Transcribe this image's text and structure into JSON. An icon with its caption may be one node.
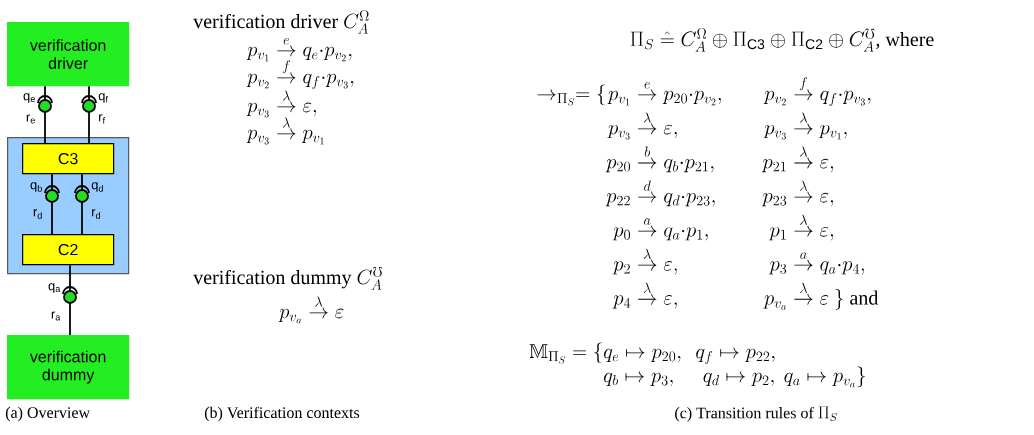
{
  "diagram": {
    "nodes": [
      {
        "text": [
          "verification driver"
        ]
      },
      {
        "text": [],
        "shape": "box"
      },
      {
        "text": [
          "C3"
        ],
        "in": 1
      },
      {
        "text": [
          "C2"
        ],
        "in": 1
      },
      {
        "text": [
          "verification dummy"
        ]
      }
    ],
    "edges": [
      {
        "from": 0,
        "to": 2,
        "arrow": "none"
      },
      {
        "from": 0,
        "to": 2,
        "arrow": "none"
      },
      {
        "from": 2,
        "to": 3,
        "arrow": "none"
      },
      {
        "from": 2,
        "to": 3,
        "arrow": "none"
      },
      {
        "from": 3,
        "to": 4,
        "arrow": "none"
      }
    ],
    "labels": [
      "q$_{e}$",
      "r$_{e}$",
      "q$_{f}$",
      "r$_{f}$",
      "q$_{b}$",
      "r$_{d}$",
      "q$_{d}$",
      "r$_{d}$",
      "q$_{a}$",
      "r$_{a}$",
      "\\text{verification driver } C_A^{\\Omega}",
      "p_{v_1} \\stackrel{e}{\\rightarrow} q_e{\\cdot}p_{v_2},",
      "p_{v_2} \\stackrel{f}{\\rightarrow} q_f{\\cdot}p_{v_3},",
      "p_{v_3} \\stackrel{\\lambda}{\\rightarrow} \\varepsilon,",
      "p_{v_3} \\stackrel{\\lambda}{\\rightarrow} p_{v_1}",
      "\\text{verification dummy } C_A^{\\mho}",
      "p_{v_a} \\stackrel{\\lambda}{\\rightarrow} \\varepsilon",
      "\\Pi_S \\mathrel{\\hat{=}} C_A^{\\Omega} \\oplus \\Pi_{\\mathsf{C3}} \\oplus \\Pi_{\\mathsf{C2}} \\oplus C_A^{\\mho}\\text{, where}",
      "\\to_{\\Pi_S}= \\{\\begin{array}[t]{@{}r@{\\;}l@{\\qquad}r@{\\;}l@{}} p_{v_1} & \\stackrel{e}{\\rightarrow} p_{20}{\\cdot}p_{v_2}, & p_{v_2} & \\stackrel{f}{\\rightarrow} q_f{\\cdot}p_{v_3}, \\\\ p_{v_3} & \\stackrel{\\lambda}{\\rightarrow} \\varepsilon, & p_{v_3} & \\stackrel{\\lambda}{\\rightarrow} p_{v_1}, \\\\ p_{20} & \\stackrel{b}{\\rightarrow} q_b{\\cdot}p_{21}, & p_{21} & \\stackrel{\\lambda}{\\rightarrow} \\varepsilon, \\\\ p_{22} & \\stackrel{d}{\\rightarrow} q_d{\\cdot}p_{23}, & p_{23} & \\stackrel{\\lambda}{\\rightarrow} \\varepsilon, \\\\ p_0 & \\stackrel{a}{\\rightarrow} q_a{\\cdot}p_1, & p_1 & \\stackrel{\\lambda}{\\rightarrow} \\varepsilon, \\\\ p_2 & \\stackrel{\\lambda}{\\rightarrow} \\varepsilon, & p_3 & \\stackrel{a}{\\rightarrow} q_a{\\cdot}p_4, \\\\ p_4 & \\stackrel{\\lambda}{\\rightarrow} \\varepsilon, & p_{v_a} & \\stackrel{\\lambda}{\\rightarrow} \\varepsilon\\ \\}\\text{ and} \\end{array}",
      "\\mathbb{M}_{\\Pi_S} = \\{\\begin{array}[t]{@{}l@{}} q_e \\mapsto p_{20},\\ \\ q_f \\mapsto p_{22}, \\\\ q_b \\mapsto p_3,\\quad\\ q_d \\mapsto p_2,\\ q_a \\mapsto p_{v_a}\\} \\end{array}",
      "(a) Overview",
      "(b) Verification contexts",
      "\\text{(c) Transition rules of }\\Pi_S"
    ]
  }
}
